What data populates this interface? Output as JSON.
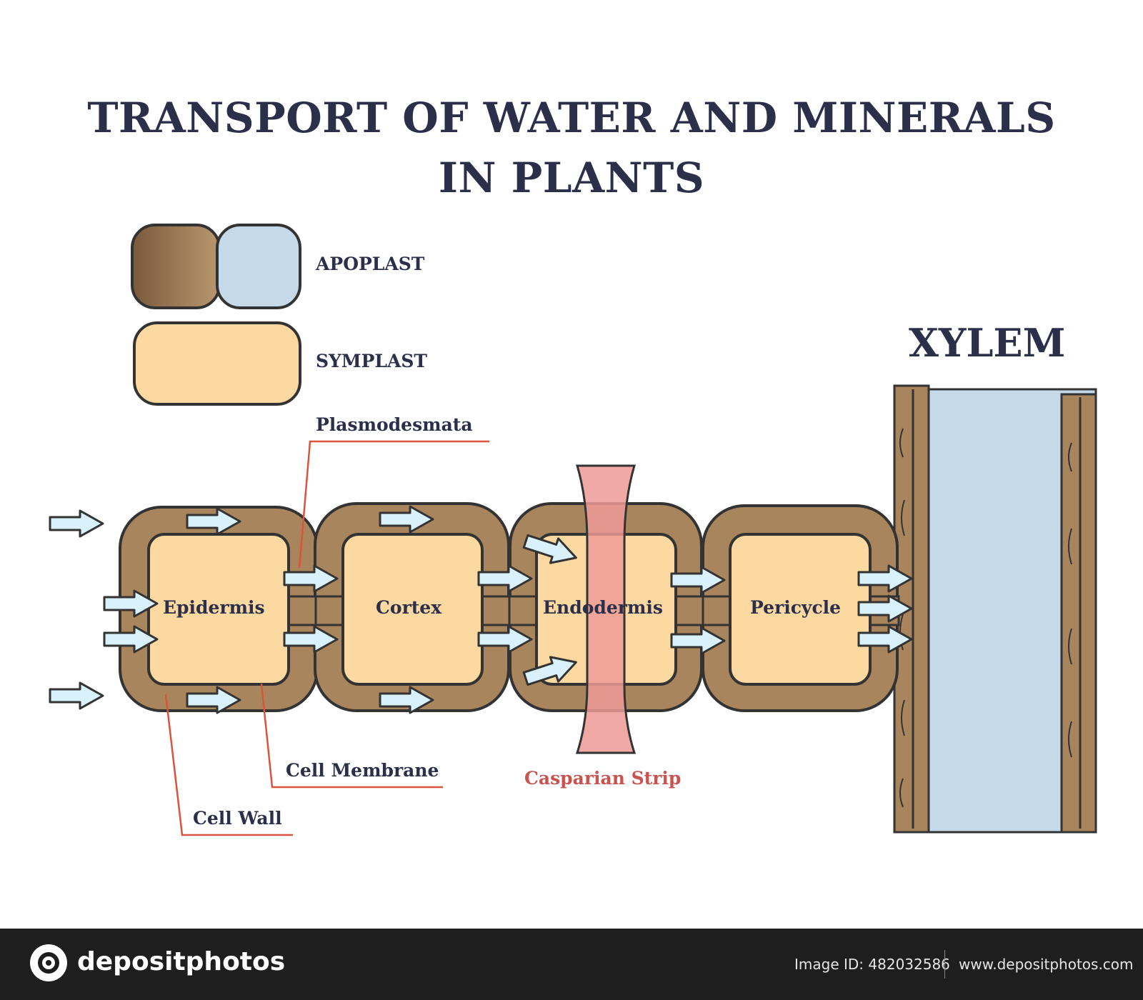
{
  "title": {
    "line1": "TRANSPORT OF WATER AND MINERALS",
    "line2": "IN PLANTS"
  },
  "legend": {
    "apoplast": "APOPLAST",
    "symplast": "SYMPLAST"
  },
  "cells": {
    "epidermis": "Epidermis",
    "cortex": "Cortex",
    "endodermis": "Endodermis",
    "pericycle": "Pericycle"
  },
  "annotations": {
    "plasmodesmata": "Plasmodesmata",
    "cell_membrane": "Cell Membrane",
    "cell_wall": "Cell Wall",
    "casparian_strip": "Casparian Strip",
    "xylem": "XYLEM"
  },
  "colors": {
    "cell_wall": "#a9855e",
    "symplast": "#fcd9a0",
    "apoplast_blue": "#c5d9e8",
    "arrow_fill": "#d8f1fa",
    "casparian": "#ef9a96",
    "outline": "#333333",
    "label_line": "#d9533f",
    "text": "#2b2f4a"
  },
  "footer": {
    "brand": "depositphotos",
    "image_id": "Image ID: 482032586",
    "website": "www.depositphotos.com"
  }
}
